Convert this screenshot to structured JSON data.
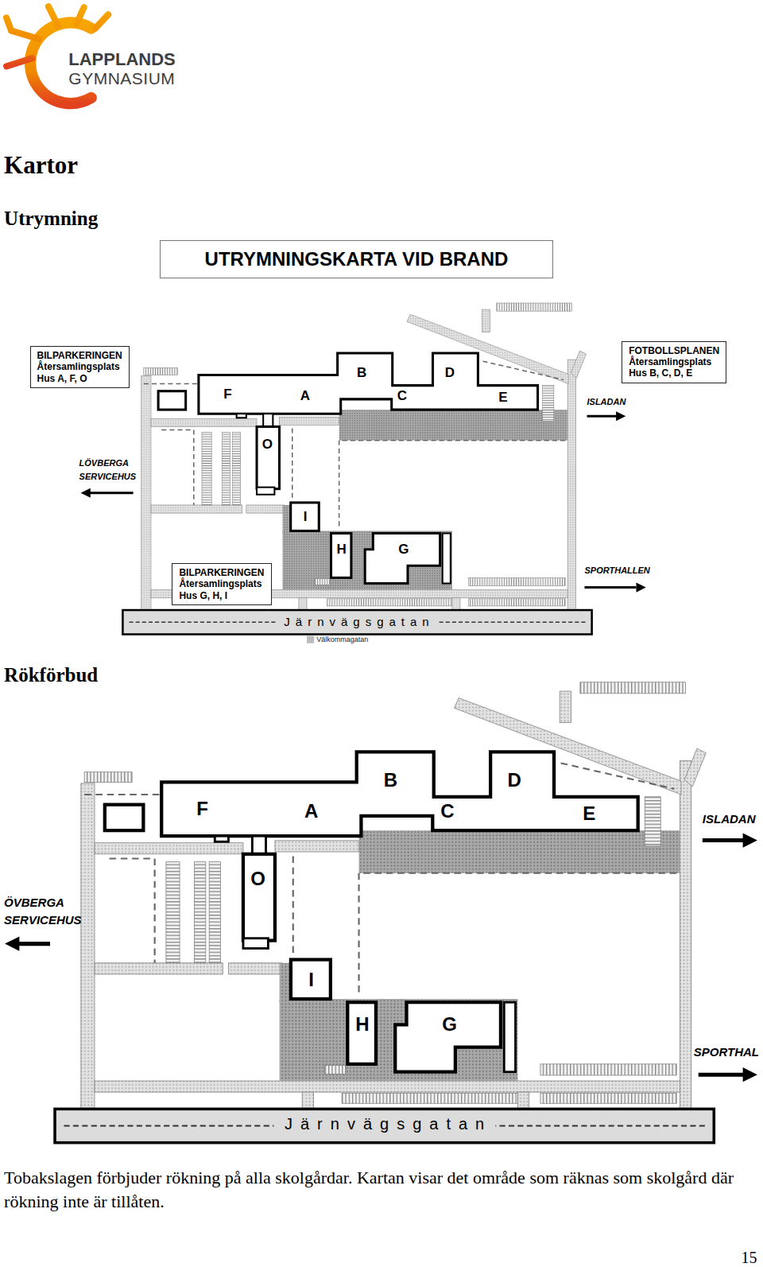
{
  "diagram": {
    "title": "Kartor",
    "caption": "Tobakslagen förbjuder rökning på alla skolgårdar. Kartan visar det område som räknas som skolgård där rökning inte är tillåten.",
    "nodes": [
      {
        "text": [
          "UTRYMNINGSKARTA VID BRAND"
        ]
      },
      {
        "text": [
          "BILPARKERINGEN",
          "Återsamlingsplats",
          "Hus A, F, O"
        ]
      },
      {
        "text": [
          "FOTBOLLSPLANEN",
          "Återsamlingsplats",
          "Hus B, C, D, E"
        ]
      },
      {
        "text": [
          "BILPARKERINGEN",
          "Återsamlingsplats",
          "Hus G, H, I"
        ]
      }
    ],
    "labels": [
      "LAPPLANDS",
      "GYMNASIUM",
      "Utrymning",
      "F",
      "A",
      "B",
      "C",
      "D",
      "E",
      "O",
      "I",
      "H",
      "G",
      "ISLADAN",
      "LÖVBERGA",
      "SERVICEHUS",
      "SPORTHALLEN",
      "Järnvägsgatan",
      "Välkommagatan",
      "Rökförbud",
      "F",
      "A",
      "B",
      "C",
      "D",
      "E",
      "O",
      "I",
      "H",
      "G",
      "ISLADAN",
      "ÖVBERGA",
      "SERVICEHUS",
      "SPORTHAL",
      "Järnvägsgatan",
      "15"
    ]
  }
}
